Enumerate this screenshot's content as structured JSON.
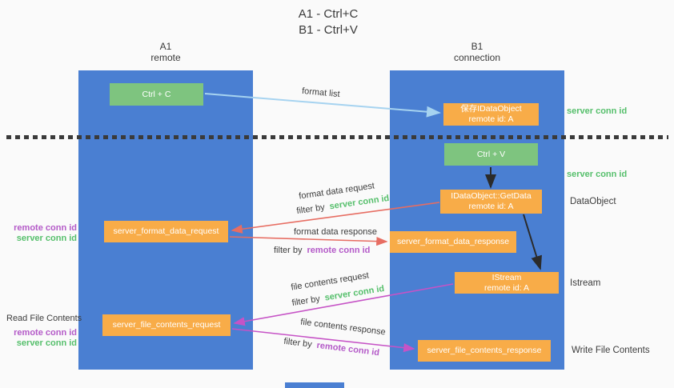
{
  "title": {
    "line1": "A1 - Ctrl+C",
    "line2": "B1 - Ctrl+V"
  },
  "columns": {
    "left": {
      "title": "A1",
      "subtitle": "remote"
    },
    "right": {
      "title": "B1",
      "subtitle": "connection"
    }
  },
  "boxes": {
    "ctrl_c": "Ctrl + C",
    "ctrl_v": "Ctrl + V",
    "save_idataobject": {
      "line1": "保存IDataObject",
      "line2": "remote id: A"
    },
    "getdata": {
      "line1": "IDataObject::GetData",
      "line2": "remote id: A"
    },
    "istream": {
      "line1": "IStream",
      "line2": "remote id: A"
    },
    "server_format_data_request": "server_format_data_request",
    "server_format_data_response": "server_format_data_response",
    "server_file_contents_request": "server_file_contents_request",
    "server_file_contents_response": "server_file_contents_response"
  },
  "arrow_labels": {
    "format_list": "format list",
    "format_data_request": "format data request",
    "format_data_response": "format data response",
    "file_contents_request": "file contents request",
    "file_contents_response": "file contents response",
    "filter_by": "filter by",
    "server_conn_id": "server conn id",
    "remote_conn_id": "remote conn id"
  },
  "side_labels": {
    "server_conn_id": "server conn id",
    "remote_conn_id": "remote conn id",
    "dataobject": "DataObject",
    "istream": "Istream",
    "read_file_contents": "Read File Contents",
    "write_file_contents": "Write File Contents"
  },
  "colors": {
    "lane_blue": "#4a7fd2",
    "box_green": "#7ec47f",
    "box_orange": "#f8ac48",
    "arrow_blue": "#a6d3f0",
    "arrow_red": "#e76d62",
    "arrow_magenta": "#c653c6",
    "arrow_black": "#2b2b2b",
    "label_green": "#55bf6b",
    "label_magenta": "#b45ac8"
  }
}
